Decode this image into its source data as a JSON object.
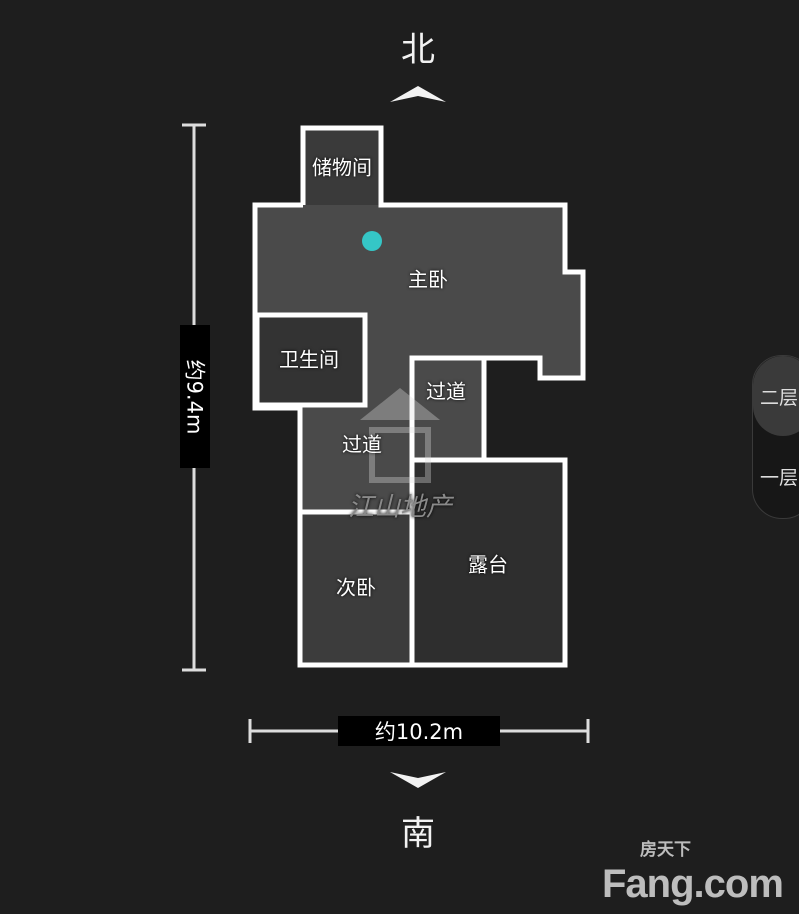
{
  "compass": {
    "north": "北",
    "south": "南"
  },
  "dimensions": {
    "height": "约9.4m",
    "width": "约10.2m"
  },
  "rooms": [
    {
      "label": "储物间"
    },
    {
      "label": "主卧"
    },
    {
      "label": "卫生间"
    },
    {
      "label": "过道"
    },
    {
      "label": "过道"
    },
    {
      "label": "次卧"
    },
    {
      "label": "露台"
    }
  ],
  "floors": [
    {
      "label": "二层",
      "active": true
    },
    {
      "label": "一层",
      "active": false
    }
  ],
  "watermark": {
    "text": "江山地产"
  },
  "logo": {
    "cn": "房天下",
    "en": "Fang.com"
  }
}
